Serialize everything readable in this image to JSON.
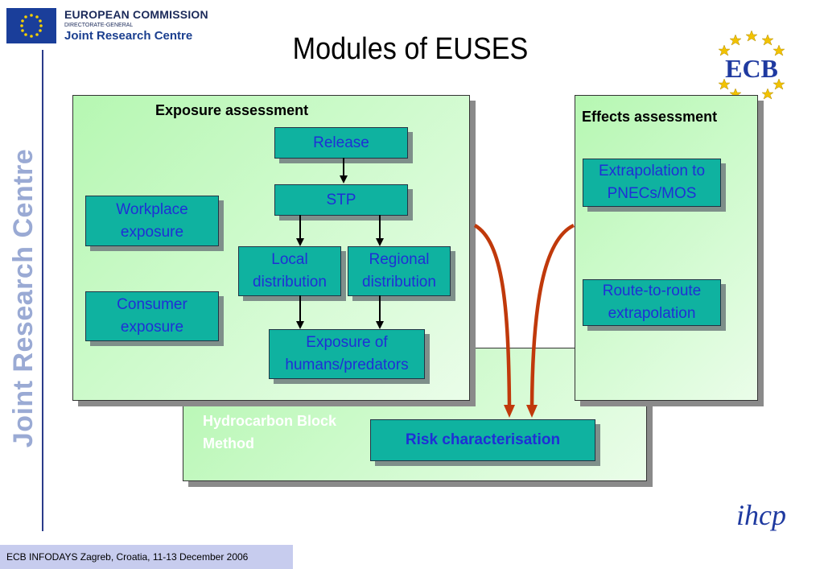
{
  "header": {
    "org_title": "EUROPEAN COMMISSION",
    "org_sub": "DIRECTORATE-GENERAL",
    "org_name": "Joint Research Centre",
    "vertical_text": "Joint Research Centre",
    "ecb_logo_text": "ECB"
  },
  "title": "Modules of EUSES",
  "exposure": {
    "title": "Exposure assessment",
    "release": "Release",
    "stp": "STP",
    "workplace": "Workplace exposure",
    "local": "Local distribution",
    "regional": "Regional distribution",
    "consumer": "Consumer exposure",
    "humans": "Exposure of humans/predators"
  },
  "effects": {
    "title": "Effects assessment",
    "extrapolation": "Extrapolation to PNECs/MOS",
    "route": "Route-to-route extrapolation"
  },
  "risk": {
    "hydrocarbon": "Hydrocarbon Block Method",
    "characterisation": "Risk characterisation"
  },
  "footer": {
    "text": "ECB INFODAYS Zagreb, Croatia, 11-13 December 2006",
    "ihcp_logo": "ihcp"
  },
  "colors": {
    "box_fill": "#0fb2a0",
    "box_text": "#1f2fd6",
    "panel_fill": "#b6f7b2",
    "arrow_red": "#c0390b"
  }
}
